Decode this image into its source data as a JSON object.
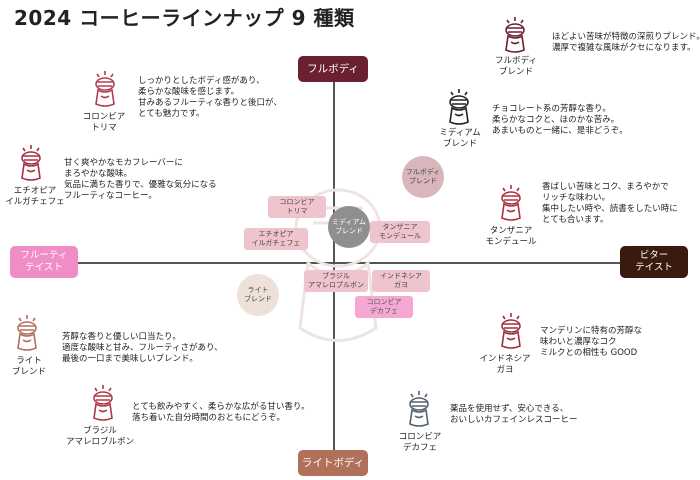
{
  "title": "2024 コーヒーラインナップ 9 種類",
  "axes": {
    "top": [
      "フルボディ"
    ],
    "bottom": [
      "ライトボディ"
    ],
    "left": [
      "フルーティ",
      "テイスト"
    ],
    "right": [
      "ビター",
      "テイスト"
    ]
  },
  "center_tags": [
    {
      "id": "fullbody-blend",
      "lines": [
        "フルボディ",
        "ブレンド"
      ]
    },
    {
      "id": "colombia-torima",
      "lines": [
        "コロンビア",
        "トリマ"
      ]
    },
    {
      "id": "medium-blend",
      "lines": [
        "ミディアム",
        "ブレンド"
      ]
    },
    {
      "id": "ethiopia",
      "lines": [
        "エチオピア",
        "イルガチェフェ"
      ]
    },
    {
      "id": "tanzania",
      "lines": [
        "タンザニア",
        "モンデュール"
      ]
    },
    {
      "id": "light-blend",
      "lines": [
        "ライト",
        "ブレンド"
      ]
    },
    {
      "id": "brazil",
      "lines": [
        "ブラジル",
        "アマレロブルボン"
      ]
    },
    {
      "id": "indonesia",
      "lines": [
        "インドネシア",
        "ガヨ"
      ]
    },
    {
      "id": "colombia-decaf",
      "lines": [
        "コロンビア",
        "デカフェ"
      ]
    }
  ],
  "products": [
    {
      "id": "fullbody",
      "color": "#6a2030",
      "name": [
        "フルボディ",
        "ブレンド"
      ],
      "desc": [
        "ほどよい苦味が特徴の深煎りブレンド。",
        "濃厚で複雑な風味がクセになります。"
      ]
    },
    {
      "id": "torima",
      "color": "#b04050",
      "name": [
        "コロンビア",
        "トリマ"
      ],
      "desc": [
        "しっかりとしたボディ感があり、",
        "柔らかな酸味を感じます。",
        "甘みあるフルーティな香りと後口が、",
        "とても魅力です。"
      ]
    },
    {
      "id": "medium",
      "color": "#222222",
      "name": [
        "ミディアム",
        "ブレンド"
      ],
      "desc": [
        "チョコレート系の芳醇な香り。",
        "柔らかなコクと、ほのかな苦み。",
        "あまいものと一緒に、是非どうぞ。"
      ]
    },
    {
      "id": "ethiopia",
      "color": "#a83040",
      "name": [
        "エチオピア",
        "イルガチェフェ"
      ],
      "desc": [
        "甘く爽やかなモカフレーバーに",
        "まろやかな酸味。",
        "気品に満ちた香りで、優雅な気分になる",
        "フルーティなコーヒー。"
      ]
    },
    {
      "id": "tanzania",
      "color": "#b03040",
      "name": [
        "タンザニア",
        "モンデュール"
      ],
      "desc": [
        "香ばしい苦味とコク、まろやかで",
        "リッチな味わい。",
        "集中したい時や、読書をしたい時に",
        "とても合います。"
      ]
    },
    {
      "id": "light",
      "color": "#b07060",
      "name": [
        "ライト",
        "ブレンド"
      ],
      "desc": [
        "芳醇な香りと優しい口当たり。",
        "適度な酸味と甘み、フルーティさがあり、",
        "最後の一口まで美味しいブレンド。"
      ]
    },
    {
      "id": "indonesia",
      "color": "#a03040",
      "name": [
        "インドネシア",
        "ガヨ"
      ],
      "desc": [
        "マンデリンに特有の芳醇な",
        "味わいと濃厚なコク",
        "ミルクとの相性も GOOD"
      ]
    },
    {
      "id": "brazil",
      "color": "#b03848",
      "name": [
        "ブラジル",
        "アマレロブルボン"
      ],
      "desc": [
        "とても飲みやすく、柔らかな広がる甘い香り。",
        "落ち着いた自分時間のおともにどうぞ。"
      ]
    },
    {
      "id": "decaf",
      "color": "#556070",
      "name": [
        "コロンビア",
        "デカフェ"
      ],
      "desc": [
        "薬品を使用せず、安心できる、",
        "おいしいカフェインレスコーヒー"
      ]
    }
  ]
}
